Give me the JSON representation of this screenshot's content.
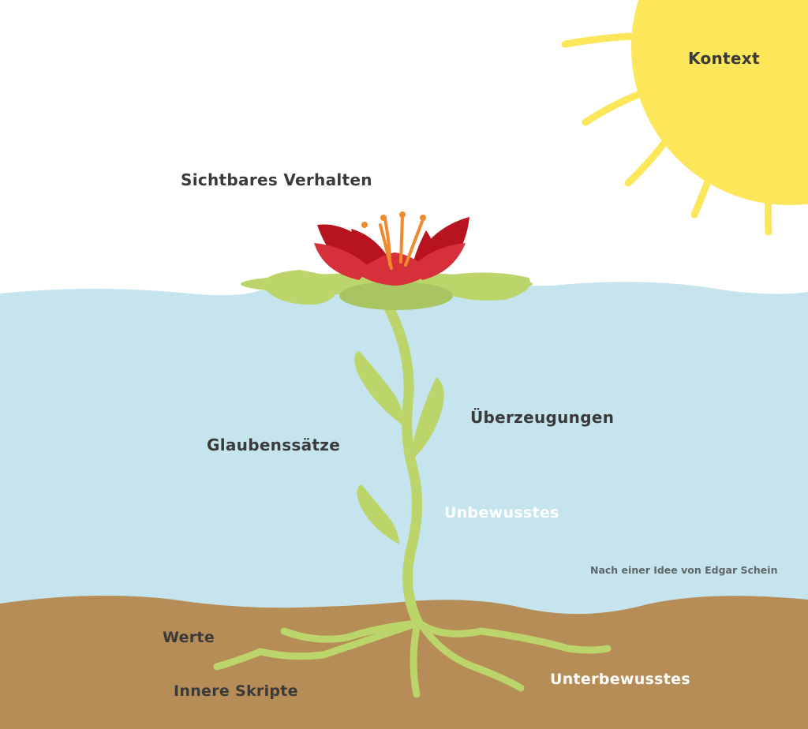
{
  "diagram": {
    "title": "Sichtbares Verhalten",
    "sun": {
      "label": "Kontext",
      "color": "#fce65a"
    },
    "surface": {
      "label": "Sichtbares Verhalten"
    },
    "water": {
      "labels": {
        "beliefs_left": "Glaubenssätze",
        "convictions": "Überzeugungen",
        "unconscious": "Unbewusstes"
      },
      "color": "#c6e4ee"
    },
    "credit": "Nach einer Idee von Edgar Schein",
    "soil": {
      "labels": {
        "values": "Werte",
        "inner_scripts": "Innere Skripte",
        "subconscious": "Unterbewusstes"
      },
      "color": "#b68c57"
    },
    "colors": {
      "flower_dark": "#b8141f",
      "flower_light": "#d6303a",
      "stamen": "#f08a2c",
      "leaf_light": "#bcd56b",
      "leaf_dark": "#a9c462",
      "stem": "#bcd56b",
      "text_dark": "#3a3a3a",
      "text_light": "#ffffff"
    }
  }
}
